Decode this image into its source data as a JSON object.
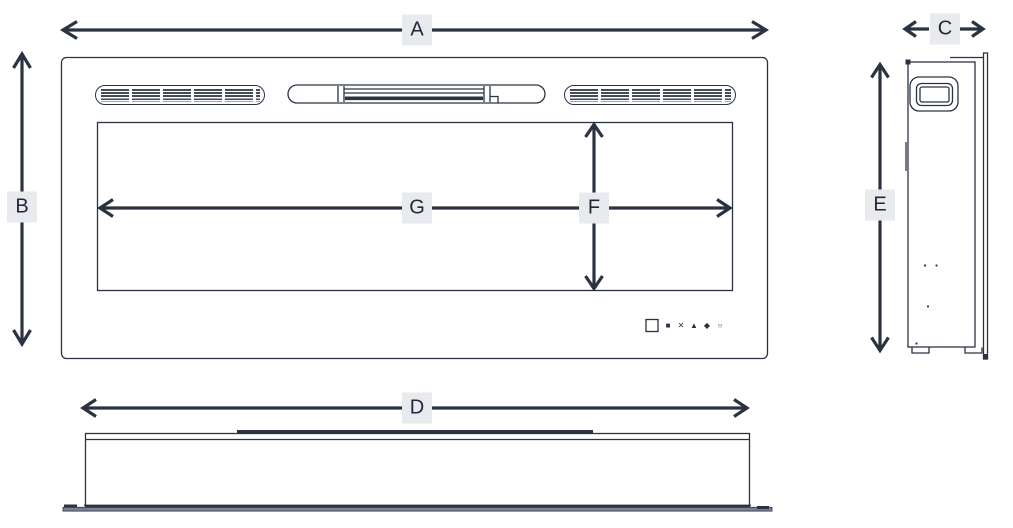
{
  "labels": {
    "A": "A",
    "B": "B",
    "C": "C",
    "D": "D",
    "E": "E",
    "F": "F",
    "G": "G"
  },
  "colors": {
    "line": "#2b3342",
    "badge-bg": "#e9eaee",
    "badge-text": "#1f2838",
    "slat": "#434a59",
    "plate": "#7a8090",
    "bg": "#ffffff"
  },
  "controls": {
    "icons": [
      {
        "name": "control-icon-1",
        "glyph": "■"
      },
      {
        "name": "control-icon-2",
        "glyph": "✕"
      },
      {
        "name": "control-icon-3",
        "glyph": "▲"
      },
      {
        "name": "control-icon-4",
        "glyph": "◆"
      },
      {
        "name": "control-icon-5",
        "glyph": "○"
      }
    ]
  }
}
